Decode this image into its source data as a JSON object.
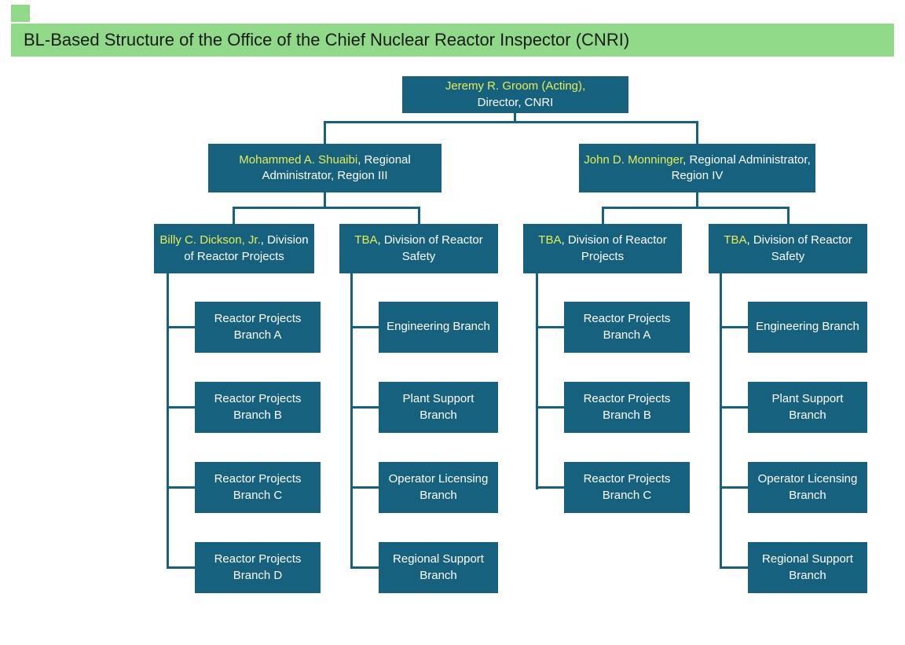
{
  "title": "BL-Based Structure of the Office of the Chief Nuclear Reactor Inspector (CNRI)",
  "colors": {
    "header_green": "#90D989",
    "box_teal": "#16617E",
    "name_yellow": "#E8ED52",
    "title_ink": "#1a1a1a"
  },
  "org": {
    "director": {
      "name": "Jeremy R. Groom (Acting),",
      "rest": "Director, CNRI"
    },
    "regions": [
      {
        "name": "Mohammed A. Shuaibi",
        "rest": ", Regional Administrator, Region III"
      },
      {
        "name": "John D. Monninger",
        "rest": ", Regional Administrator, Region IV"
      }
    ],
    "divisions": [
      {
        "name": "Billy C. Dickson, Jr.",
        "rest": ", Division of Reactor Projects"
      },
      {
        "name": "TBA",
        "rest": ", Division of Reactor Safety"
      },
      {
        "name": "TBA",
        "rest": ", Division of Reactor Projects"
      },
      {
        "name": "TBA",
        "rest": ", Division of Reactor Safety"
      }
    ],
    "columns": [
      {
        "branches": [
          "Reactor Projects Branch A",
          "Reactor Projects Branch B",
          "Reactor Projects Branch C",
          "Reactor Projects Branch D"
        ]
      },
      {
        "branches": [
          "Engineering Branch",
          "Plant Support Branch",
          "Operator Licensing Branch",
          "Regional Support Branch"
        ]
      },
      {
        "branches": [
          "Reactor Projects Branch A",
          "Reactor Projects Branch B",
          "Reactor Projects Branch C"
        ]
      },
      {
        "branches": [
          "Engineering Branch",
          "Plant Support Branch",
          "Operator Licensing Branch",
          "Regional Support Branch"
        ]
      }
    ]
  }
}
